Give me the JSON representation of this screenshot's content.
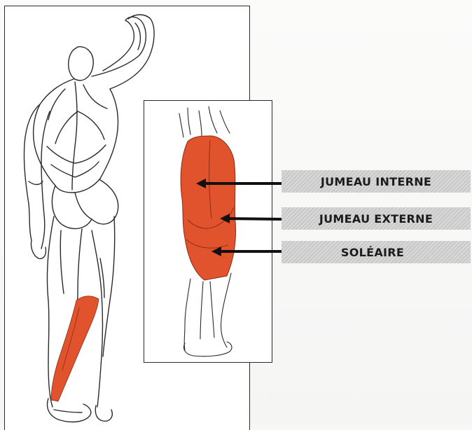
{
  "labels": {
    "gastrocnemius_medial": "JUMEAU INTERNE",
    "gastrocnemius_lateral": "JUMEAU EXTERNE",
    "soleus": "SOLÉAIRE"
  },
  "colors": {
    "muscle_highlight": "#e0532c",
    "outline": "#2a2a2a",
    "label_band": "#cfcfcf"
  }
}
